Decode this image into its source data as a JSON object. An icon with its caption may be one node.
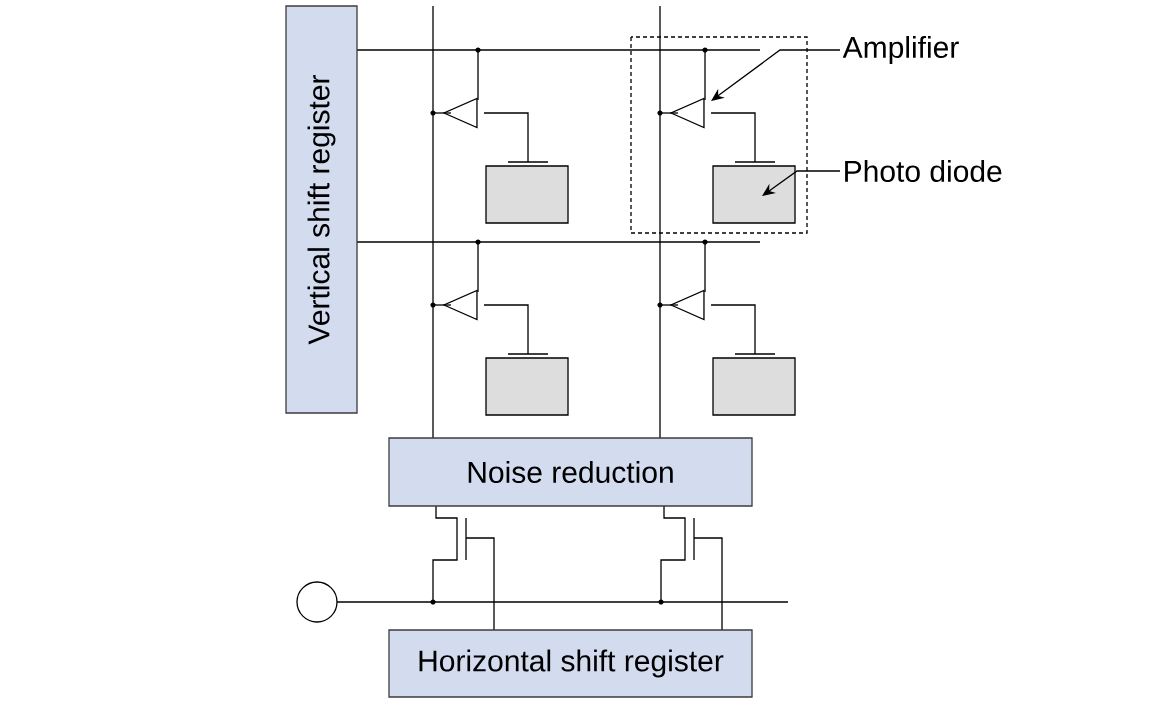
{
  "diagram": {
    "nodes": [
      {
        "text": [
          "Vertical shift register"
        ]
      },
      {
        "text": [
          "Noise reduction"
        ]
      },
      {
        "text": [
          "Horizontal shift register"
        ]
      },
      {
        "text": [
          "Amplifier"
        ]
      },
      {
        "text": [
          "Photo diode"
        ]
      }
    ],
    "edges": [
      {
        "from": 3,
        "to": null,
        "arrow": "to"
      },
      {
        "from": 4,
        "to": null,
        "arrow": "to"
      }
    ]
  }
}
